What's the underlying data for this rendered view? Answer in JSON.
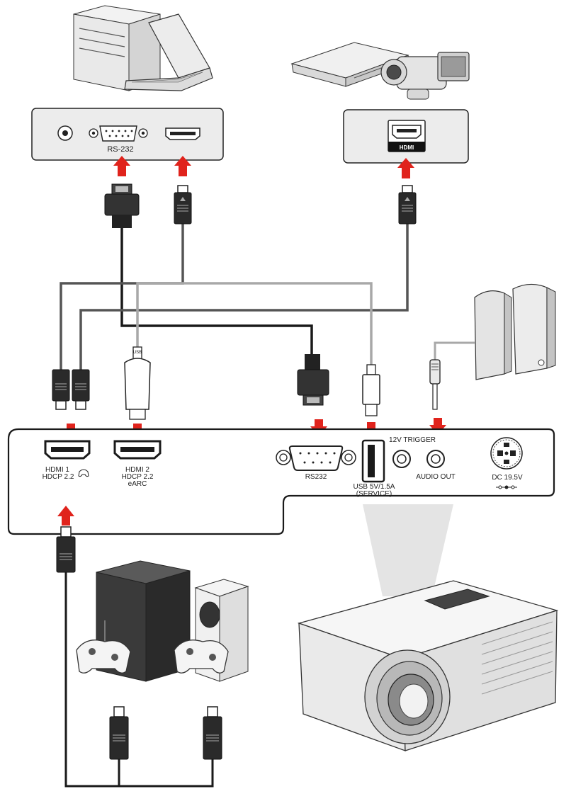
{
  "source_panel_pc": {
    "rs232_label": "RS-232"
  },
  "source_panel_av": {
    "hdmi_label": "HDMI"
  },
  "projector_panel": {
    "hdmi1_line1": "HDMI 1",
    "hdmi1_line2": "HDCP 2.2",
    "hdmi2_line1": "HDMI 2",
    "hdmi2_line2": "HDCP 2.2",
    "hdmi2_line3": "eARC",
    "rs232_label": "RS232",
    "usb_line1": "USB 5V/1.5A",
    "usb_line2": "(SERVICE)",
    "trigger_label": "12V TRIGGER",
    "audio_out_label": "AUDIO OUT",
    "dc_label": "DC 19.5V"
  },
  "usb_dongle_label": "USB",
  "colors": {
    "arrow": "#e0231c",
    "cable_dark": "#1a1a1a",
    "cable_gray": "#9a9a9a",
    "panel_stroke": "#1a1a1a",
    "device_fill": "#e6e6e6",
    "device_dark": "#3a3a3a"
  },
  "icons": [
    "pc-tower-icon",
    "laptop-icon",
    "bluray-player-icon",
    "camcorder-icon",
    "speakers-icon",
    "xbox-series-x-icon",
    "xbox-series-s-icon",
    "game-controller-icon",
    "projector-icon",
    "hdmi-connector-icon",
    "vga-connector-icon",
    "usb-connector-icon",
    "audio-jack-icon",
    "dc-jack-icon"
  ]
}
